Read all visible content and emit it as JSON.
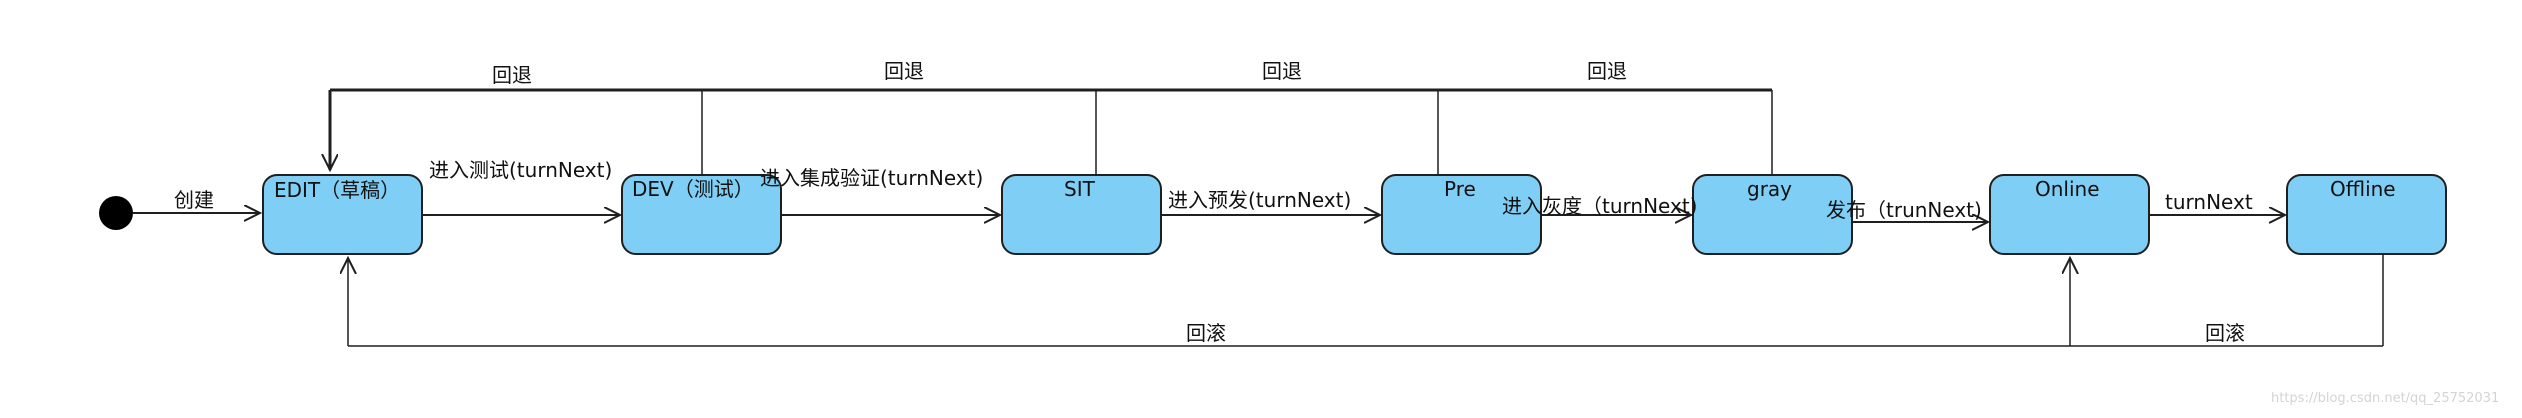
{
  "colors": {
    "state_fill": "#7FCEF5",
    "state_stroke": "#1f1f1f",
    "line": "#1f1f1f",
    "start_dot": "#000000",
    "watermark": "#d4d4d4"
  },
  "states": [
    {
      "id": "edit",
      "label": "EDIT（草稿）"
    },
    {
      "id": "dev",
      "label": "DEV（测试）"
    },
    {
      "id": "sit",
      "label": "SIT"
    },
    {
      "id": "pre",
      "label": "Pre"
    },
    {
      "id": "gray",
      "label": "gray"
    },
    {
      "id": "online",
      "label": "Online"
    },
    {
      "id": "offline",
      "label": "Offline"
    }
  ],
  "transitions": {
    "create": "创建",
    "edit_to_dev": "进入测试(turnNext)",
    "dev_to_sit": "进入集成验证(turnNext)",
    "sit_to_pre": "进入预发(turnNext)",
    "pre_to_gray": "进入灰度（turnNext)",
    "gray_to_online": "发布（trunNext)",
    "online_to_offline": "turnNext"
  },
  "rollback_labels": [
    "回退",
    "回退",
    "回退",
    "回退"
  ],
  "rollout_labels": [
    "回滚",
    "回滚"
  ],
  "watermark": "https://blog.csdn.net/qq_25752031"
}
